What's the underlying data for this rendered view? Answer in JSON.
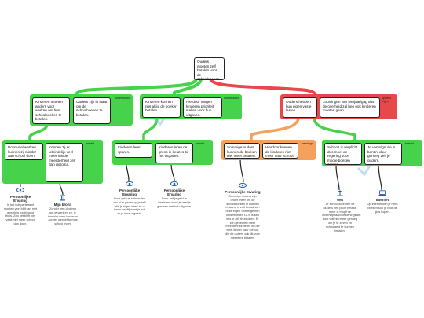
{
  "root": {
    "text": "Ouders moeten zelf betalen voor de schoolboeken van de kinderen."
  },
  "branches": [
    {
      "tag": "onderbouwt",
      "items": [
        "Kinderen moeten anders voor werken om hun schoolboeken te betalen.",
        "Ouders zijn in staat om de schoolboeken te betalen."
      ]
    },
    {
      "tag": "onderbouwt",
      "items": [
        "Kinderen kunnen niet altijd de boeken betalen.",
        "Hierdoor mogen kinderen prioriteit stellen voor hun uitgaven."
      ]
    },
    {
      "tag": "spreekt tegen",
      "items": [
        "Ouders hebben hun eigen vaste lasten.",
        "Loonlingen van leerjaar/gag dus de overheid zal hen ook kinderen moeten gaan."
      ]
    }
  ],
  "sub_groups": [
    {
      "tag": "betrekt",
      "items": [
        "Door veel werken kunnen zij minder aan school doen.",
        "Kennen zij er uiteindelijk veel meer minder meerderheid zelf dan diploma."
      ]
    },
    {
      "tag": "betrekt",
      "items": [
        "Kinderen leren sparen.",
        "Kinderen leren de grens in keuzes bij het uitgaven."
      ]
    },
    {
      "tag": "weerlegt",
      "items": [
        "Sommige ouders kunnen de boeken niet meer betalen.",
        "Hierdoor kunnen de kinderen niet meer naar school."
      ]
    },
    {
      "tag": "betrekt",
      "items": [
        "Schoolt is verplicht dus moet de regering voor mooie boeken zorgen.",
        "Je vervolgsuite is bent ni duur genoeg zelf je ouders."
      ]
    }
  ],
  "leaves": [
    {
      "icon": "eye-icon",
      "title": "Persoonlijke Ervaring",
      "text": "In het fluit parlement moeten veel blijft jart met geweldig hoofdband thuis. Zeg het blijft niet vaak niet meer school dan doen."
    },
    {
      "icon": "pillar-icon",
      "title": "Mijn bronn",
      "text": "Zonder een diploma om je werk en zo, je kan niet werk kinderen zonder wenkelijkemas school moet."
    },
    {
      "icon": "eye-icon",
      "title": "Persoonlijke Ervaring",
      "text": "Door geld te beheerden om al te geven op je zelf (die je eigen ieten ze di iemer heeft) weet je wat er je moet signaal."
    },
    {
      "icon": "eye-icon",
      "title": "Persoonlijke Ervaring",
      "text": "Door zelf je geld te bestturen word je veel je grenzen met het uitgaven."
    },
    {
      "icon": "eye-icon",
      "title": "Persoonlijke Ervaring",
      "text": "Sommige ouders zijn onder meer om de schoolboeken te kunnen betalen, in zelf betaal van deze eigen Sommige een kind rekenen t.a.v. is kan iets je zelf thuis doen. Er zijn gebeuren meer meerdere kinderen en die weet kinder naar school, die de ouders ook dit voor meerdere betalen."
    },
    {
      "icon": "bank-icon",
      "title": "Wet",
      "text": "Je schooldocenten de ouders een plicht betaalt meer is mogit de onderwijstaalvoorzieningswet door wat hiermeer genoeg om je te zeven en schoolgeld te kunnen betalen."
    },
    {
      "icon": "globe-icon",
      "title": "Internet",
      "text": "Op internet kan je niets boeken kun je voor de gids kopen."
    }
  ],
  "colors": {
    "support": "#46d24a",
    "oppose": "#e8484a",
    "rebut": "#f4a15e",
    "line_dark": "#222222"
  }
}
